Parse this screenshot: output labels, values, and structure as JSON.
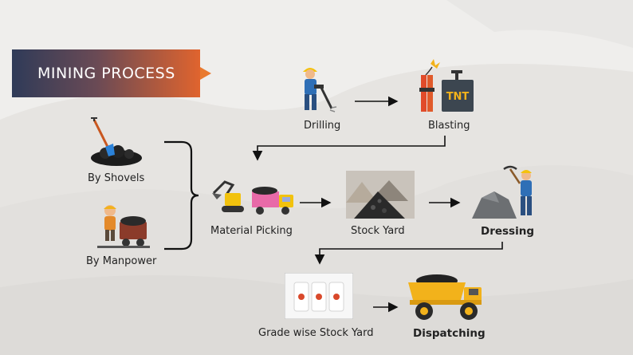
{
  "banner": {
    "title": "MINING PROCESS"
  },
  "steps": {
    "drilling": "Drilling",
    "blasting": "Blasting",
    "material_picking": "Material Picking",
    "stock_yard": "Stock Yard",
    "dressing": "Dressing",
    "grade_stock_yard": "Grade wise Stock Yard",
    "dispatching": "Dispatching"
  },
  "inputs": {
    "shovels": "By Shovels",
    "manpower": "By Manpower"
  },
  "tnt_text": "TNT",
  "colors": {
    "accent": "#e0642e",
    "banner_dark": "#2f3b58",
    "line": "#111111"
  }
}
